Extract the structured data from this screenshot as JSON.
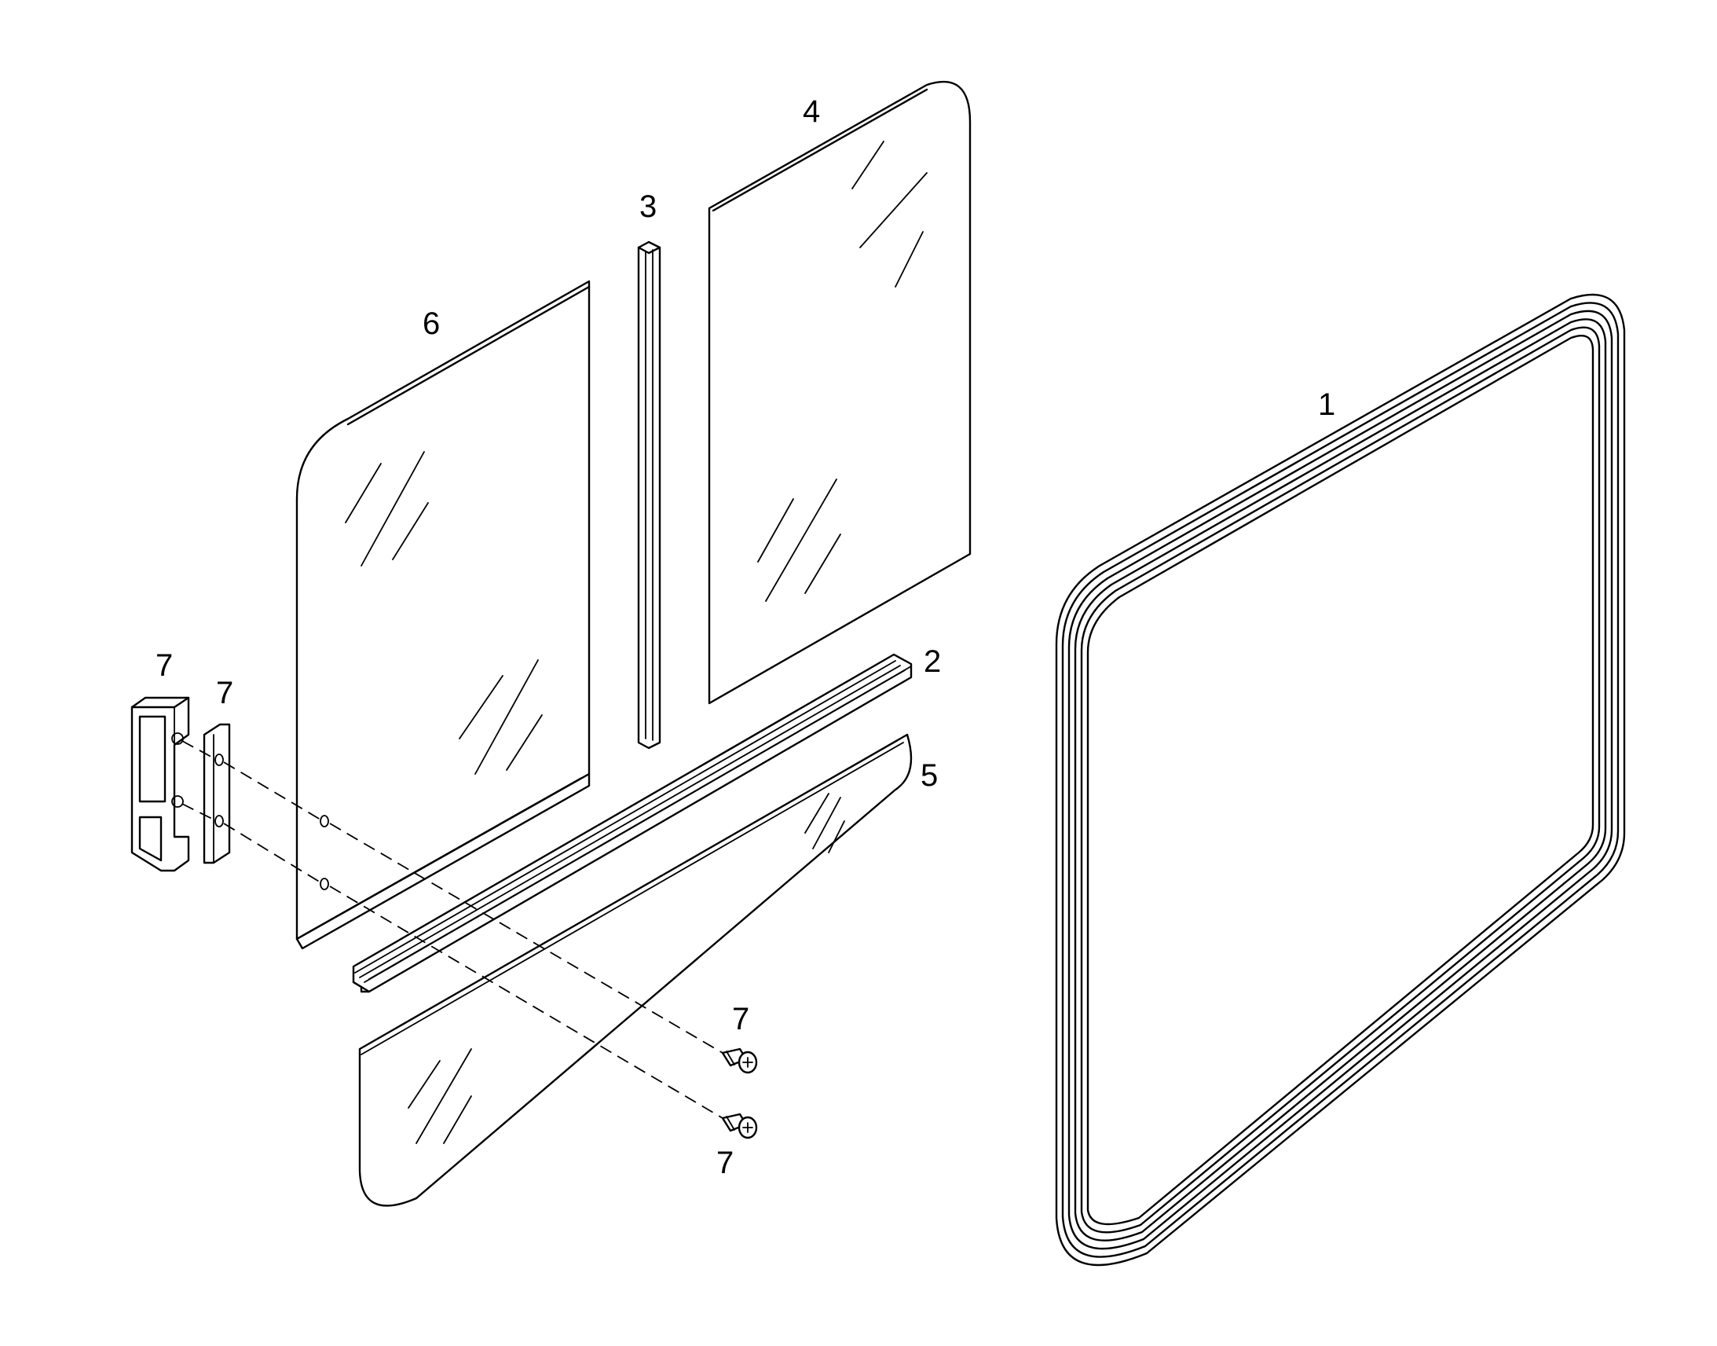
{
  "labels": {
    "part1": "1",
    "part2": "2",
    "part3": "3",
    "part4": "4",
    "part5": "5",
    "part6": "6",
    "part7a": "7",
    "part7b": "7",
    "part7c": "7",
    "part7d": "7"
  }
}
